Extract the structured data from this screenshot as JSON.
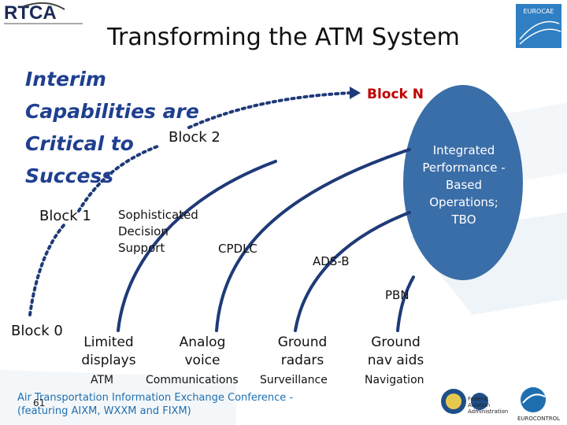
{
  "header": {
    "rtca_logo_text": "RTCA",
    "eurocae_logo_text": "EUROCAE",
    "title": "Transforming the ATM System"
  },
  "interim_text": {
    "line1": "Interim",
    "line2": "Capabilities are",
    "line3": "Critical to",
    "line4": "Success"
  },
  "blocks": {
    "block0": "Block 0",
    "block1": "Block 1",
    "block2": "Block 2",
    "blockN": "Block N"
  },
  "capabilities": {
    "decision_support_line1": "Sophisticated",
    "decision_support_line2": "Decision",
    "decision_support_line3": "Support",
    "cpdlc": "CPDLC",
    "adsb": "ADS-B",
    "pbn": "PBN",
    "integrated": "Integrated Performance -Based Operations; TBO"
  },
  "categories": {
    "limited_displays_line1": "Limited",
    "limited_displays_line2": "displays",
    "analog_voice_line1": "Analog",
    "analog_voice_line2": "voice",
    "ground_radars_line1": "Ground",
    "ground_radars_line2": "radars",
    "ground_navaids_line1": "Ground",
    "ground_navaids_line2": "nav aids"
  },
  "bottom_labels": {
    "atm": "ATM",
    "communications": "Communications",
    "surveillance": "Surveillance",
    "navigation": "Navigation"
  },
  "footer": {
    "conference_line1": "Air Transportation Information Exchange Conference -",
    "conference_line2": "(featuring AIXM, WXXM and FIXM)",
    "page_number": "61",
    "faa_label": "Federal Aviation Administration",
    "eurocontrol_label": "EUROCONTROL"
  },
  "colors": {
    "ellipse_fill": "#3a6ea8",
    "arc_color": "#1e3a78",
    "interim_text": "#1f3f8f",
    "block_n_text": "#c00000"
  }
}
